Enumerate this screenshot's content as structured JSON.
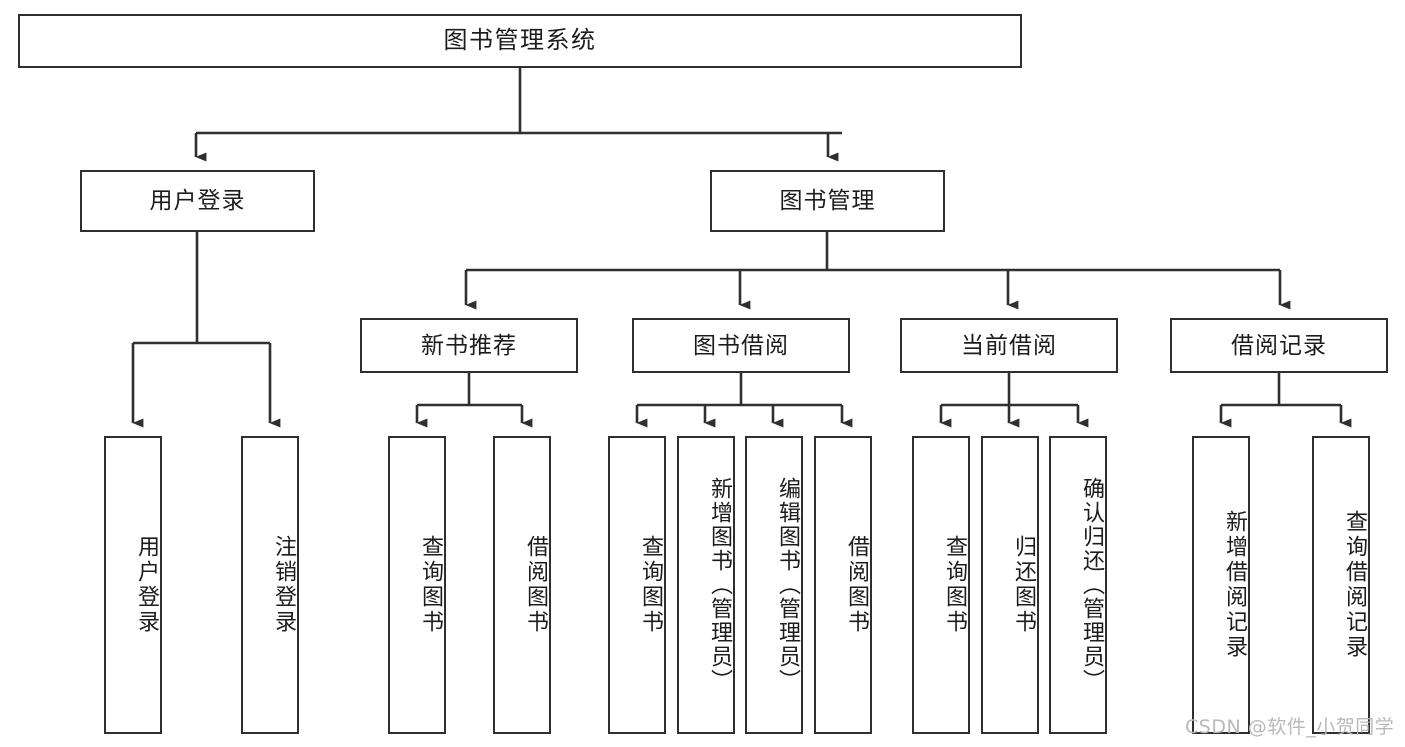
{
  "diagram": {
    "title": "图书管理系统",
    "type": "tree-hierarchy-chart",
    "stroke_color": "#2f2f2f",
    "background_color": "#ffffff",
    "text_color": "#1c1c1c",
    "watermark": "CSDN @软件_小贺同学",
    "watermark_color": "#b9b9b9"
  },
  "nodes": {
    "root": {
      "label": "图书管理系统"
    },
    "level1": [
      {
        "id": "user-login",
        "label": "用户登录"
      },
      {
        "id": "book-management",
        "label": "图书管理"
      }
    ],
    "level2": [
      {
        "id": "new-book-recommend",
        "label": "新书推荐"
      },
      {
        "id": "book-borrow",
        "label": "图书借阅"
      },
      {
        "id": "current-borrow",
        "label": "当前借阅"
      },
      {
        "id": "borrow-record",
        "label": "借阅记录"
      }
    ],
    "leaves": {
      "user_login": [
        {
          "id": "leaf-user-login",
          "label": "用户登录"
        },
        {
          "id": "leaf-logout-login",
          "label": "注销登录"
        }
      ],
      "new_book_recommend": [
        {
          "id": "leaf-query-book-1",
          "label": "查询图书"
        },
        {
          "id": "leaf-borrow-book-1",
          "label": "借阅图书"
        }
      ],
      "book_borrow": [
        {
          "id": "leaf-query-book-2",
          "label": "查询图书"
        },
        {
          "id": "leaf-add-book",
          "label": "新增图书（管理员）"
        },
        {
          "id": "leaf-edit-book",
          "label": "编辑图书（管理员）"
        },
        {
          "id": "leaf-borrow-book-2",
          "label": "借阅图书"
        }
      ],
      "current_borrow": [
        {
          "id": "leaf-query-book-3",
          "label": "查询图书"
        },
        {
          "id": "leaf-return-book",
          "label": "归还图书"
        },
        {
          "id": "leaf-confirm-return",
          "label": "确认归还（管理员）"
        }
      ],
      "borrow_record": [
        {
          "id": "leaf-add-record",
          "label": "新增借阅记录"
        },
        {
          "id": "leaf-query-record",
          "label": "查询借阅记录"
        }
      ]
    }
  }
}
